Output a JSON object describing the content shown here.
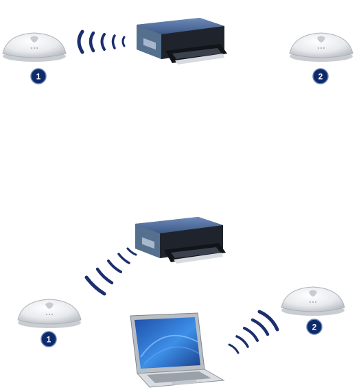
{
  "colors": {
    "badge": "#0d2a6b",
    "signal": "#1b2f6e",
    "station_body": "#eef0f2",
    "station_shadow": "#b9bec4",
    "printer_top": "#4a6a9a",
    "printer_body": "#2d3440",
    "laptop_screen": "#2f7ad6",
    "laptop_body": "#d9dde2"
  },
  "icons": {
    "base_station": "airport-base-station-icon",
    "printer": "printer-icon",
    "laptop": "laptop-icon",
    "signal": "wireless-signal-icon"
  },
  "scenario1": {
    "badge1": "1",
    "badge2": "2"
  },
  "scenario2": {
    "badge1": "1",
    "badge2": "2"
  }
}
